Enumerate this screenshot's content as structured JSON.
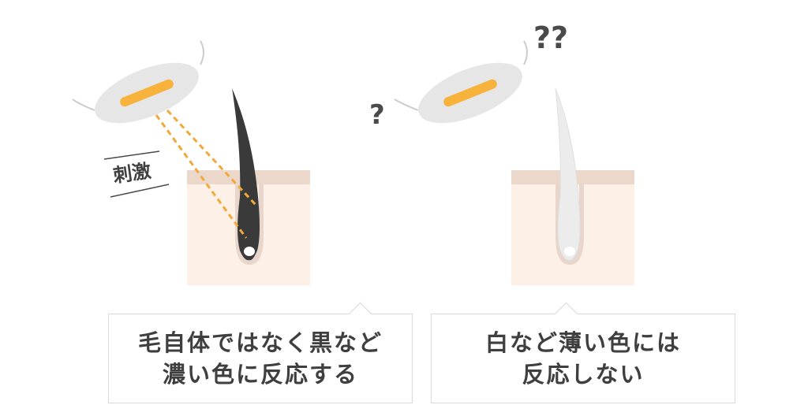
{
  "left": {
    "label": "刺激",
    "caption_line1": "毛自体ではなく黒など",
    "caption_line2": "濃い色に反応する"
  },
  "right": {
    "question_small": "?",
    "question_large": "??",
    "caption_line1": "白など薄い色には",
    "caption_line2": "反応しない"
  },
  "colors": {
    "skin_top": "#ecd8cb",
    "skin": "#fdf1e7",
    "follicle": "#e8d6cc",
    "device": "#e6e6e6",
    "lamp": "#f7b23b",
    "beam": "#f2a93b",
    "dark_hair": "#3a3a3a",
    "light_hair": "#ececec",
    "text": "#3f3f3f"
  },
  "icons": [
    "laser-device-icon",
    "dark-hair-icon",
    "light-hair-icon",
    "question-mark-icon"
  ]
}
